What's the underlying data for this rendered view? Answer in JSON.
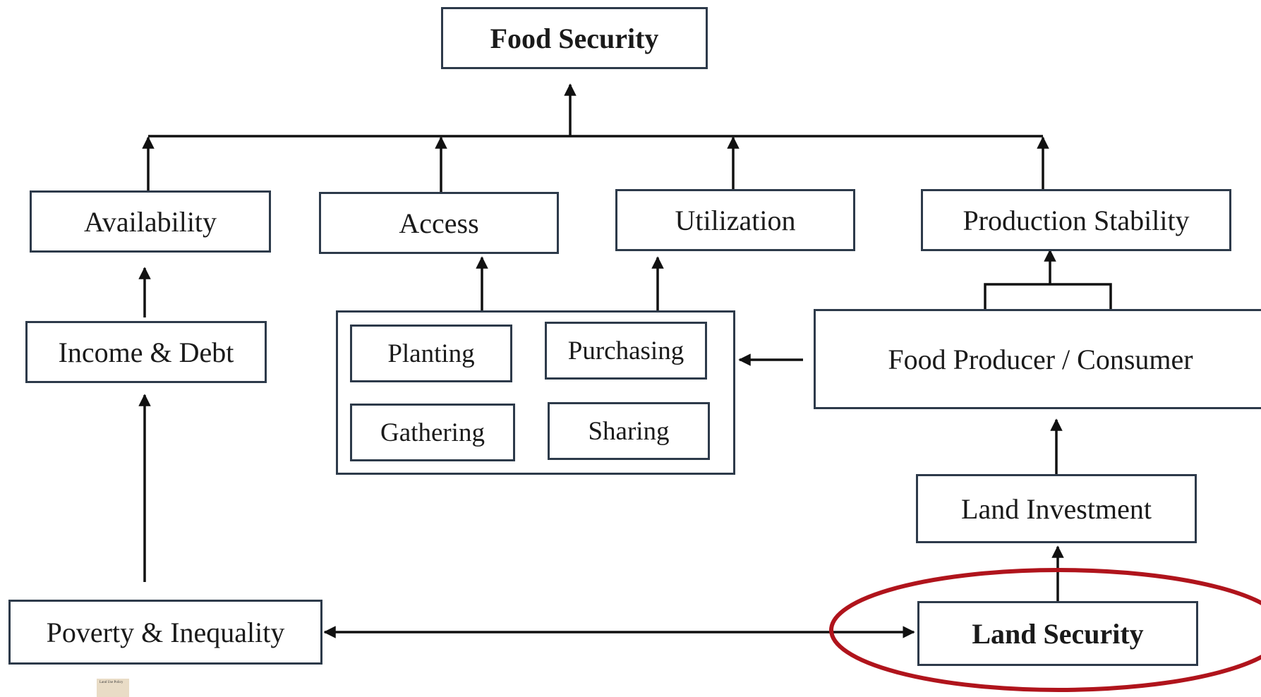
{
  "nodes": {
    "food_security": "Food Security",
    "availability": "Availability",
    "access": "Access",
    "utilization": "Utilization",
    "production_stability": "Production Stability",
    "income_debt": "Income & Debt",
    "planting": "Planting",
    "purchasing": "Purchasing",
    "gathering": "Gathering",
    "sharing": "Sharing",
    "producer_consumer": "Food Producer / Consumer",
    "land_investment": "Land Investment",
    "poverty_inequality": "Poverty & Inequality",
    "land_security": "Land Security"
  },
  "thumbnail": {
    "title": "Land Use Policy"
  },
  "colors": {
    "box_border": "#2d3a4a",
    "arrow": "#111111",
    "highlight": "#b0141c"
  }
}
